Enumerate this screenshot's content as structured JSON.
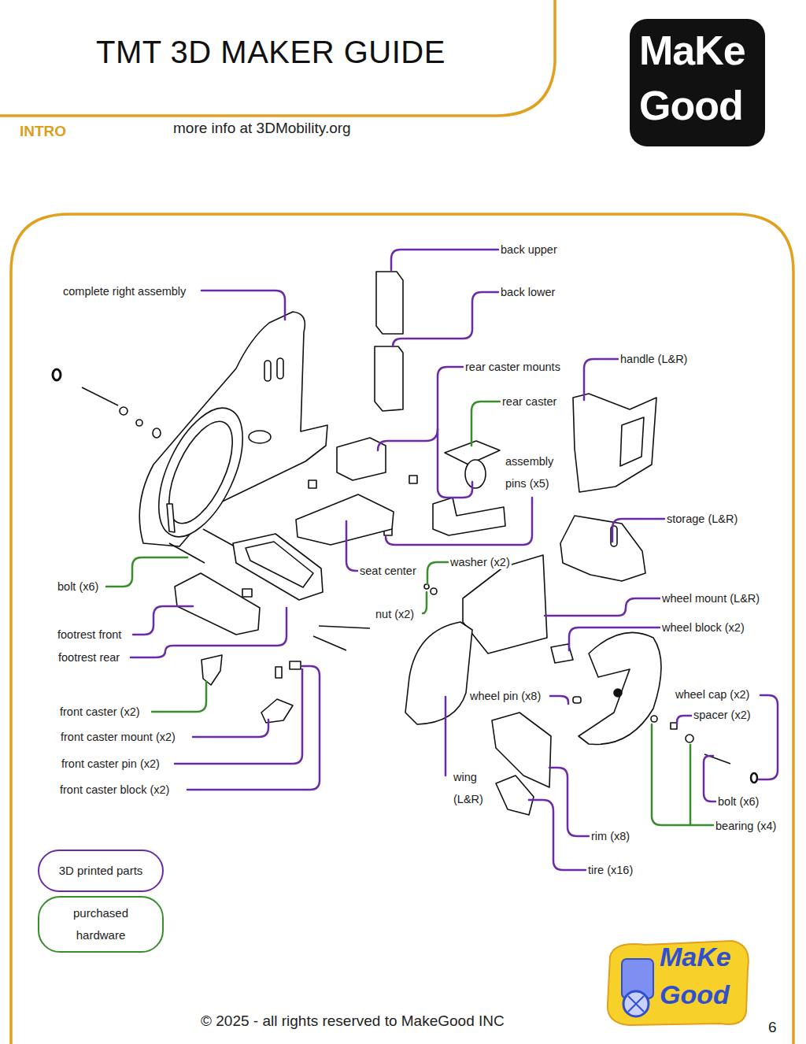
{
  "diagram": {
    "title": "TMT 3D MAKER GUIDE",
    "labels": [
      "INTRO",
      "more info at 3DMobility.org",
      "MaKe",
      "Good",
      "complete right assembly",
      "back upper",
      "back lower",
      "rear caster mounts",
      "handle (L&R)",
      "rear caster",
      "assembly pins (x5)",
      "storage (L&R)",
      "seat center",
      "washer (x2)",
      "bolt (x6)",
      "nut (x2)",
      "wheel mount (L&R)",
      "wheel block (x2)",
      "footrest front",
      "footrest rear",
      "front caster (x2)",
      "wheel pin (x8)",
      "wheel cap (x2)",
      "spacer (x2)",
      "front caster mount (x2)",
      "front caster pin (x2)",
      "front caster block (x2)",
      "wing (L&R)",
      "bolt (x6)",
      "bearing (x4)",
      "rim (x8)",
      "tire (x16)",
      "© 2025 - all rights reserved to MakeGood INC",
      "6",
      "MaKe",
      "Good"
    ],
    "legend": [
      {
        "text": "3D printed parts",
        "color": "#6b2aa8"
      },
      {
        "text": "purchased hardware",
        "color": "#3a8c2e"
      }
    ]
  }
}
